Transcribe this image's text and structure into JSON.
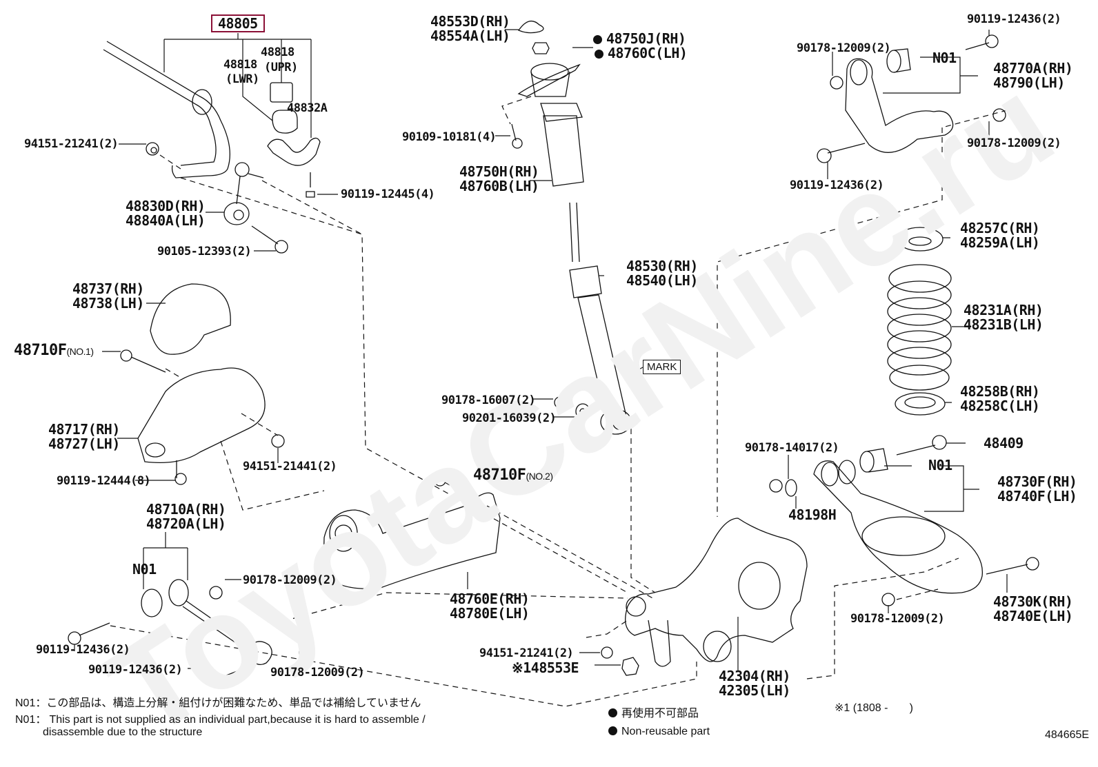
{
  "watermark": "ToyotaCarNine.ru",
  "diagram_id": "484665E",
  "highlight_color": "#8a0f35",
  "callouts": {
    "c48805": "48805",
    "c48818_upr": "48818",
    "c48818_upr_sub": "(UPR)",
    "c48818_lwr": "48818",
    "c48818_lwr_sub": "(LWR)",
    "c48832A": "48832A",
    "c94151_21241_a": "94151-21241(2)",
    "c90119_12445": "90119-12445(4)",
    "c48830D": "48830D(RH)",
    "c48840A": "48840A(LH)",
    "c90105_12393": "90105-12393(2)",
    "c48553D": "48553D(RH)",
    "c48554A": "48554A(LH)",
    "c48750J": "48750J(RH)",
    "c48760C": "48760C(LH)",
    "c90109_10181": "90109-10181(4)",
    "c48750H": "48750H(RH)",
    "c48760B": "48760B(LH)",
    "c90119_12436_tr_a": "90119-12436(2)",
    "c90178_12009_tr_a": "90178-12009(2)",
    "c_n01_upper": "N01",
    "c48770A": "48770A(RH)",
    "c48790": "48790(LH)",
    "c90178_12009_tr_b": "90178-12009(2)",
    "c90119_12436_tr_b": "90119-12436(2)",
    "c48737": "48737(RH)",
    "c48738": "48738(LH)",
    "c48710F_1": "48710F",
    "c48710F_1_sub": "(NO.1)",
    "c48717": "48717(RH)",
    "c48727": "48727(LH)",
    "c94151_21441": "94151-21441(2)",
    "c90119_12444": "90119-12444(8)",
    "c48530": "48530(RH)",
    "c48540": "48540(LH)",
    "c_mark": "MARK",
    "c90178_16007": "90178-16007(2)",
    "c90201_16039": "90201-16039(2)",
    "c48710F_2": "48710F",
    "c48710F_2_sub": "(NO.2)",
    "c48257C": "48257C(RH)",
    "c48259A": "48259A(LH)",
    "c48231A": "48231A(RH)",
    "c48231B": "48231B(LH)",
    "c48258B": "48258B(RH)",
    "c48258C": "48258C(LH)",
    "c90178_14017": "90178-14017(2)",
    "c48409": "48409",
    "c_n01_lower_right": "N01",
    "c48730F": "48730F(RH)",
    "c48740F": "48740F(LH)",
    "c48198H": "48198H",
    "c48710A": "48710A(RH)",
    "c48720A": "48720A(LH)",
    "c_n01_left": "N01",
    "c90178_12009_mid": "90178-12009(2)",
    "c90119_12436_bl_a": "90119-12436(2)",
    "c90119_12436_bl_b": "90119-12436(2)",
    "c90178_12009_bl": "90178-12009(2)",
    "c48760E": "48760E(RH)",
    "c48780E": "48780E(LH)",
    "c94151_21241_b": "94151-21241(2)",
    "c148553E": "※148553E",
    "c42304": "42304(RH)",
    "c42305": "42305(LH)",
    "c90178_12009_br": "90178-12009(2)",
    "c48730K": "48730K(RH)",
    "c48740E": "48740E(LH)"
  },
  "notes": {
    "n01_jp": "N01：この部品は、構造上分解・組付けが困難なため、単品では補給していません",
    "n01_en_1": "N01： This part is not supplied as an individual part,because it is hard to assemble /",
    "n01_en_2": "         disassemble due to the structure",
    "nonreusable_jp": "再使用不可部品",
    "nonreusable_en": "Non-reusable part",
    "footnote": "※1 (1808 -       )"
  }
}
